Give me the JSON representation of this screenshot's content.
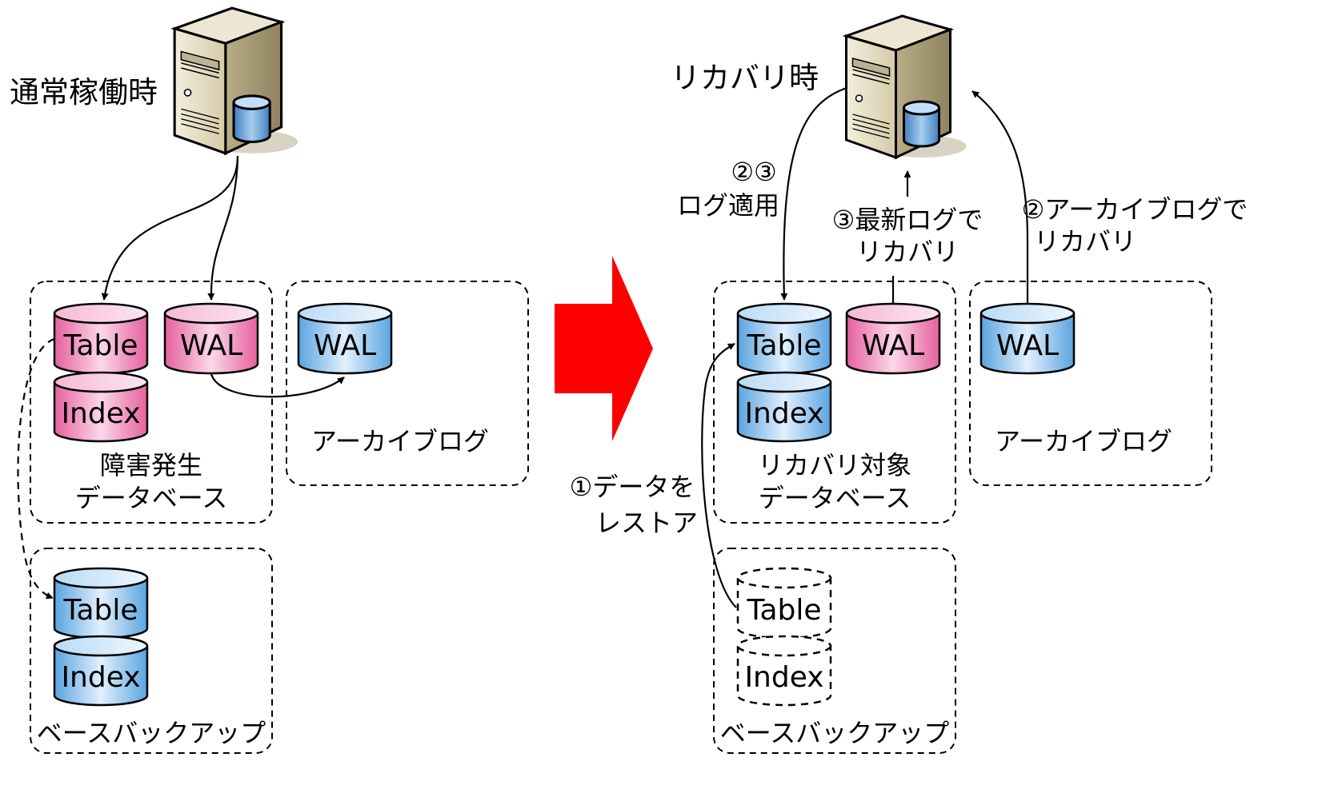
{
  "normal": {
    "title": "通常稼働時",
    "failed_db": {
      "table": "Table",
      "wal": "WAL",
      "index": "Index",
      "label_line1": "障害発生",
      "label_line2": "データベース"
    },
    "archive": {
      "wal": "WAL",
      "label": "アーカイブログ"
    },
    "backup": {
      "table": "Table",
      "index": "Index",
      "label": "ベースバックアップ"
    }
  },
  "recovery": {
    "title": "リカバリ時",
    "apply_log_num": "②③",
    "apply_log_text": "ログ適用",
    "latest_log_line1": "③最新ログで",
    "latest_log_line2": "リカバリ",
    "archive_recover_line1": "②アーカイブログで",
    "archive_recover_line2": "リカバリ",
    "restore_line1": "①データを",
    "restore_line2": "レストア",
    "target_db": {
      "table": "Table",
      "wal": "WAL",
      "index": "Index",
      "label_line1": "リカバリ対象",
      "label_line2": "データベース"
    },
    "archive": {
      "wal": "WAL",
      "label": "アーカイブログ"
    },
    "backup": {
      "table": "Table",
      "index": "Index",
      "label": "ベースバックアップ"
    }
  },
  "colors": {
    "pink_cylinder": "#f29ac6",
    "blue_cylinder": "#8cc3f0",
    "big_arrow": "#ff0000",
    "server_body": "#d8ceb0"
  }
}
